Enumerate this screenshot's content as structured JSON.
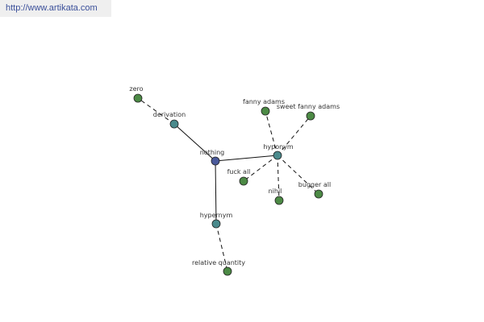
{
  "watermark": {
    "text": "http://www.artikata.com"
  },
  "colors": {
    "root": "#4a5a9b",
    "relation": "#4a8a8c",
    "leaf": "#4c8a45"
  },
  "graph": {
    "nodes": [
      {
        "id": "nothing",
        "label": "nothing",
        "kind": "root"
      },
      {
        "id": "derivation",
        "label": "derivation",
        "kind": "relation"
      },
      {
        "id": "hyponym",
        "label": "hyponym",
        "kind": "relation"
      },
      {
        "id": "hypernym",
        "label": "hypernym",
        "kind": "relation"
      },
      {
        "id": "zero",
        "label": "zero",
        "kind": "leaf"
      },
      {
        "id": "fanny-adams",
        "label": "fanny adams",
        "kind": "leaf"
      },
      {
        "id": "sweet-fanny-adams",
        "label": "sweet fanny adams",
        "kind": "leaf"
      },
      {
        "id": "fuck-all",
        "label": "fuck all",
        "kind": "leaf"
      },
      {
        "id": "nihil",
        "label": "nihil",
        "kind": "leaf"
      },
      {
        "id": "bugger-all",
        "label": "bugger all",
        "kind": "leaf"
      },
      {
        "id": "relative-quantity",
        "label": "relative quantity",
        "kind": "leaf"
      }
    ],
    "edges": [
      {
        "from": "nothing",
        "to": "derivation",
        "style": "solid"
      },
      {
        "from": "nothing",
        "to": "hyponym",
        "style": "solid"
      },
      {
        "from": "nothing",
        "to": "hypernym",
        "style": "solid"
      },
      {
        "from": "derivation",
        "to": "zero",
        "style": "dashed"
      },
      {
        "from": "hyponym",
        "to": "fanny-adams",
        "style": "dashed"
      },
      {
        "from": "hyponym",
        "to": "sweet-fanny-adams",
        "style": "dashed"
      },
      {
        "from": "hyponym",
        "to": "fuck-all",
        "style": "dashed"
      },
      {
        "from": "hyponym",
        "to": "nihil",
        "style": "dashed"
      },
      {
        "from": "hyponym",
        "to": "bugger-all",
        "style": "dashed"
      },
      {
        "from": "hypernym",
        "to": "relative-quantity",
        "style": "dashed"
      }
    ]
  }
}
